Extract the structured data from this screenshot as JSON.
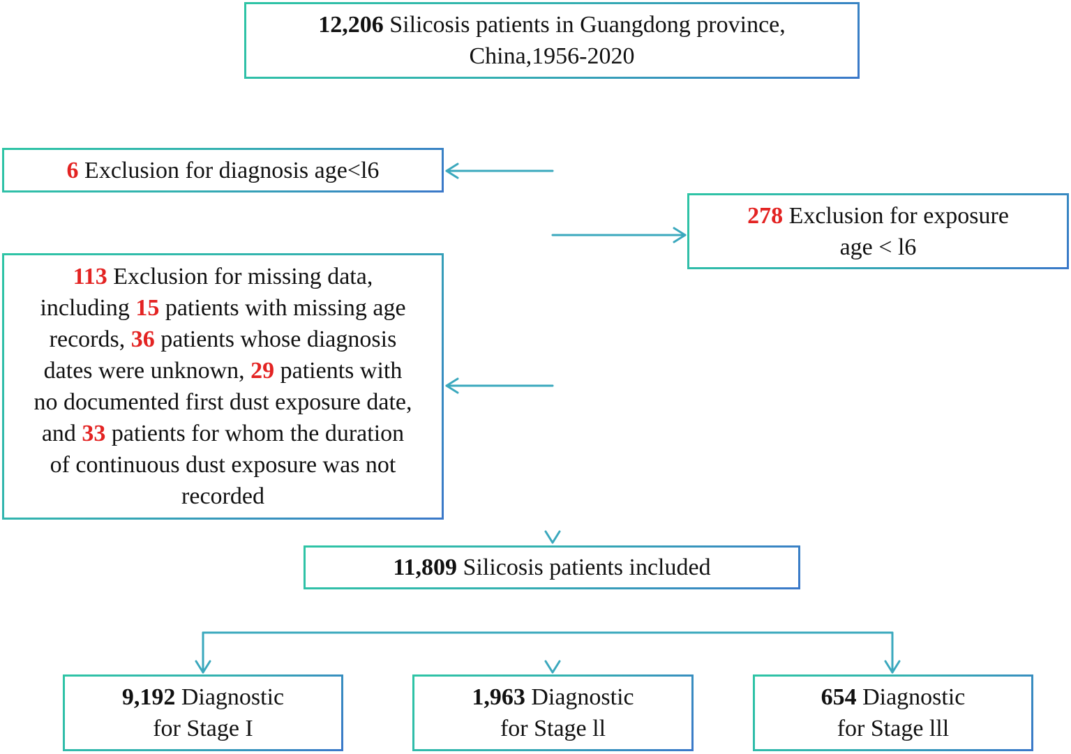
{
  "diagram": {
    "top": {
      "count": "12,206",
      "line1": " Silicosis patients in Guangdong province,",
      "line2": "China,1956-2020"
    },
    "excl_age": {
      "count": "6",
      "text": " Exclusion for diagnosis age<l6"
    },
    "excl_exposure": {
      "count": "278",
      "line1": " Exclusion for exposure",
      "line2": "age < l6"
    },
    "excl_missing": {
      "count": "113",
      "t1": " Exclusion for missing data,",
      "t2": "including ",
      "n15": "15",
      "t3": " patients with missing age",
      "t4": "records, ",
      "n36": "36",
      "t5": " patients whose diagnosis",
      "t6": "dates were unknown, ",
      "n29": "29",
      "t7": " patients with",
      "t8": "no documented first dust exposure date,",
      "t9": "and ",
      "n33": "33",
      "t10": " patients for whom the duration",
      "t11": "of continuous dust exposure was not",
      "t12": "recorded"
    },
    "included": {
      "count": "11,809",
      "text": " Silicosis patients included"
    },
    "stage1": {
      "count": "9,192",
      "line1": " Diagnostic",
      "line2": "for Stage I"
    },
    "stage2": {
      "count": "1,963",
      "line1": " Diagnostic",
      "line2": "for Stage ll"
    },
    "stage3": {
      "count": "654",
      "line1": " Diagnostic",
      "line2": "for Stage lll"
    }
  },
  "colors": {
    "highlight": "#e32322",
    "border_start": "#2ec4a5",
    "border_end": "#3a78c9",
    "arrow": "#3a9fc0"
  }
}
